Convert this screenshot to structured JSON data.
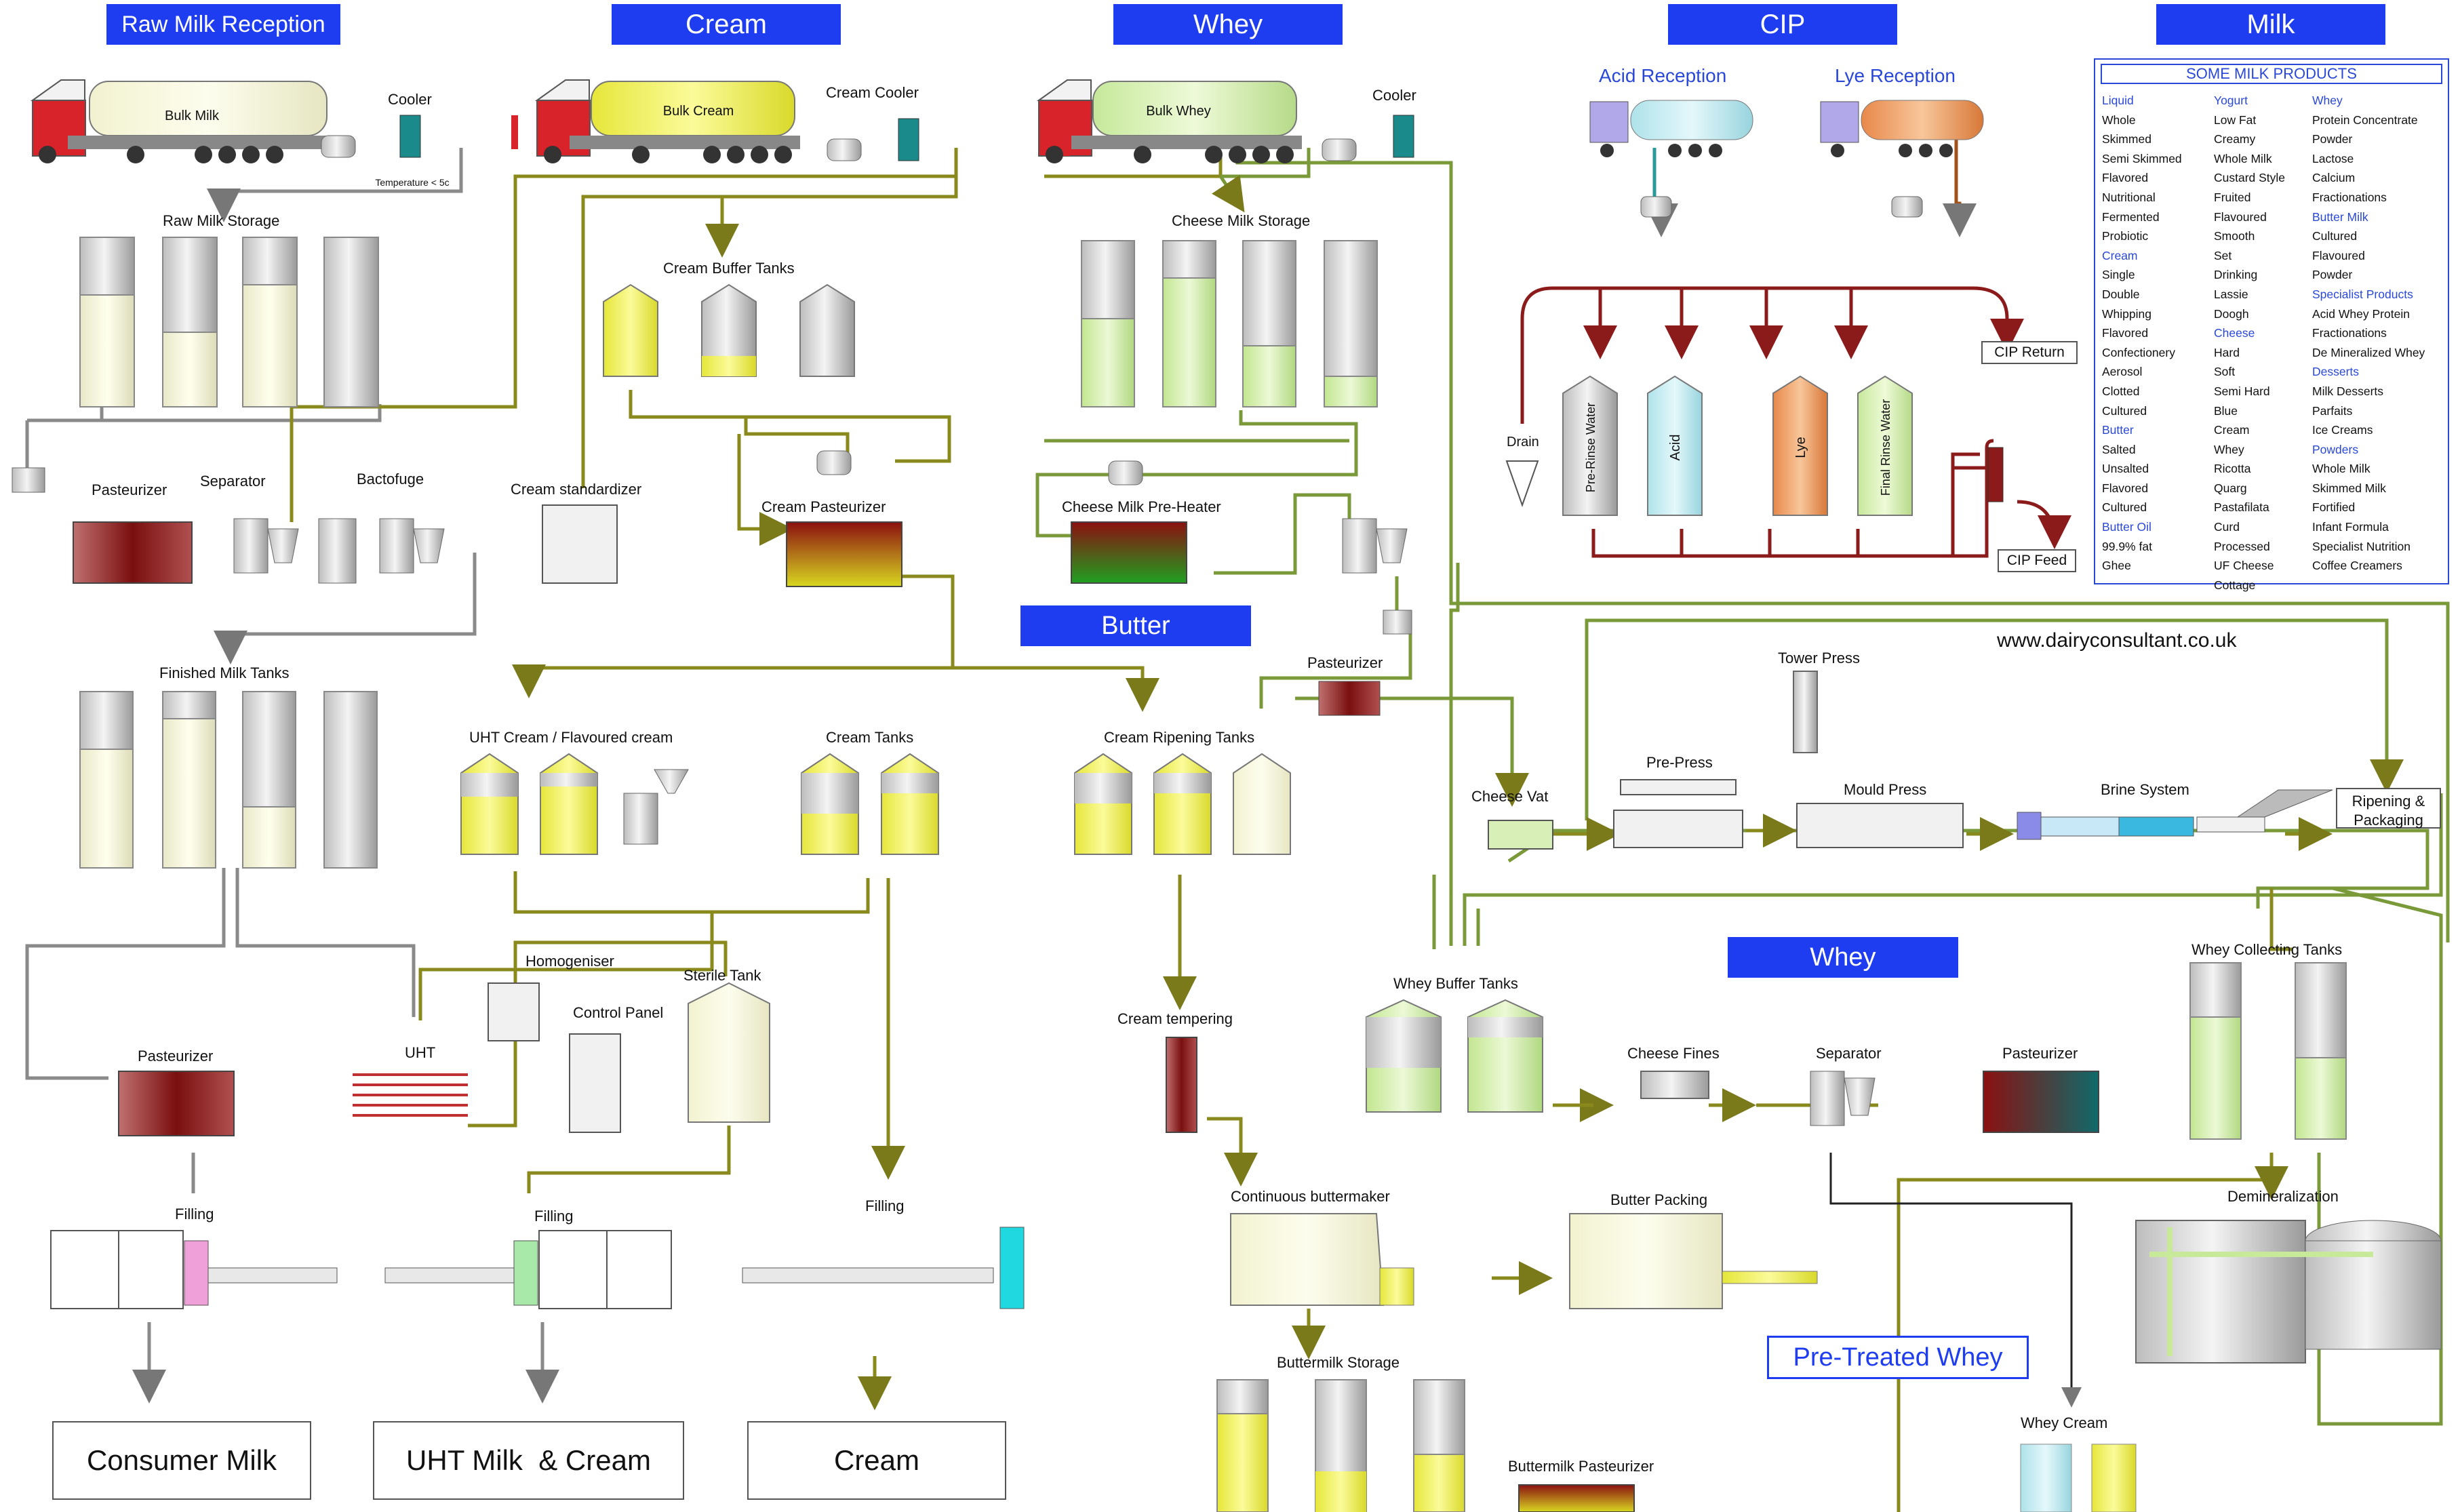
{
  "headers": {
    "raw_milk_reception": "Raw Milk Reception",
    "cream": "Cream",
    "whey": "Whey",
    "cip": "CIP",
    "milk": "Milk",
    "butter": "Butter",
    "whey2": "Whey",
    "pretreated_whey": "Pre-Treated Whey"
  },
  "website": "www.dairyconsultant.co.uk",
  "trucks": {
    "bulk_milk": "Bulk Milk",
    "bulk_cream": "Bulk Cream",
    "bulk_whey": "Bulk Whey"
  },
  "labels": {
    "cooler1": "Cooler",
    "temperature": "Temperature < 5c",
    "cream_cooler": "Cream Cooler",
    "cooler2": "Cooler",
    "acid_reception": "Acid Reception",
    "lye_reception": "Lye Reception",
    "raw_milk_storage": "Raw Milk Storage",
    "cream_buffer_tanks": "Cream Buffer Tanks",
    "cheese_milk_storage": "Cheese Milk Storage",
    "pasteurizer1": "Pasteurizer",
    "separator1": "Separator",
    "bactofuge": "Bactofuge",
    "cream_standardizer": "Cream standardizer",
    "cream_pasteurizer": "Cream Pasteurizer",
    "cheese_milk_preheater": "Cheese Milk Pre-Heater",
    "finished_milk_tanks": "Finished Milk Tanks",
    "uht_cream": "UHT Cream / Flavoured cream",
    "cream_tanks": "Cream Tanks",
    "cream_ripening_tanks": "Cream Ripening Tanks",
    "pasteurizer_cheese": "Pasteurizer",
    "tower_press": "Tower Press",
    "pre_press": "Pre-Press",
    "cheese_vat": "Cheese Vat",
    "mould_press": "Mould Press",
    "brine_system": "Brine System",
    "ripening_packaging": "Ripening & Packaging",
    "homogeniser": "Homogeniser",
    "sterile_tank": "Sterile Tank",
    "control_panel": "Control Panel",
    "pasteurizer2": "Pasteurizer",
    "uht": "UHT",
    "cream_tempering": "Cream tempering",
    "whey_buffer_tanks": "Whey Buffer Tanks",
    "cheese_fines": "Cheese Fines",
    "separator2": "Separator",
    "pasteurizer3": "Pasteurizer",
    "whey_collecting_tanks": "Whey Collecting Tanks",
    "filling1": "Filling",
    "filling2": "Filling",
    "filling3": "Filling",
    "continuous_buttermaker": "Continuous buttermaker",
    "butter_packing": "Butter Packing",
    "demineralization": "Demineralization",
    "buttermilk_storage": "Buttermilk Storage",
    "buttermilk_pasteurizer": "Buttermilk Pasteurizer",
    "whey_cream": "Whey Cream",
    "drain": "Drain",
    "cip_return": "CIP Return",
    "cip_feed": "CIP Feed",
    "tank_prerinse": "Pre-Rinse Water",
    "tank_acid": "Acid",
    "tank_lye": "Lye",
    "tank_finalrinse": "Final Rinse Water"
  },
  "outputs": {
    "consumer_milk": "Consumer Milk",
    "uht_milk_cream": "UHT Milk  & Cream",
    "cream_out": "Cream"
  },
  "products": {
    "title": "SOME MILK PRODUCTS",
    "col1": [
      {
        "t": "Liquid",
        "h": true
      },
      {
        "t": "Whole"
      },
      {
        "t": "Skimmed"
      },
      {
        "t": "Semi Skimmed"
      },
      {
        "t": "Flavored"
      },
      {
        "t": "Nutritional"
      },
      {
        "t": "Fermented"
      },
      {
        "t": "Probiotic"
      },
      {
        "t": "Cream",
        "h": true
      },
      {
        "t": "Single"
      },
      {
        "t": "Double"
      },
      {
        "t": "Whipping"
      },
      {
        "t": "Flavored"
      },
      {
        "t": "Confectionery"
      },
      {
        "t": "Aerosol"
      },
      {
        "t": "Clotted"
      },
      {
        "t": "Cultured"
      },
      {
        "t": "Butter",
        "h": true
      },
      {
        "t": "Salted"
      },
      {
        "t": "Unsalted"
      },
      {
        "t": "Flavored"
      },
      {
        "t": "Cultured"
      },
      {
        "t": "Butter Oil",
        "h": true
      },
      {
        "t": "99.9% fat"
      },
      {
        "t": "Ghee"
      }
    ],
    "col2": [
      {
        "t": "Yogurt",
        "h": true
      },
      {
        "t": "Low Fat"
      },
      {
        "t": "Creamy"
      },
      {
        "t": "Whole Milk"
      },
      {
        "t": "Custard Style"
      },
      {
        "t": "Fruited"
      },
      {
        "t": "Flavoured"
      },
      {
        "t": "Smooth"
      },
      {
        "t": "Set"
      },
      {
        "t": "Drinking"
      },
      {
        "t": "Lassie"
      },
      {
        "t": "Doogh"
      },
      {
        "t": "Cheese",
        "h": true
      },
      {
        "t": "Hard"
      },
      {
        "t": "Soft"
      },
      {
        "t": "Semi Hard"
      },
      {
        "t": "Blue"
      },
      {
        "t": "Cream"
      },
      {
        "t": "Whey"
      },
      {
        "t": "Ricotta"
      },
      {
        "t": "Quarg"
      },
      {
        "t": "Pastafilata"
      },
      {
        "t": "Curd"
      },
      {
        "t": "Processed"
      },
      {
        "t": "UF Cheese"
      },
      {
        "t": "Cottage"
      }
    ],
    "col3": [
      {
        "t": "Whey",
        "h": true
      },
      {
        "t": "Protein Concentrate"
      },
      {
        "t": "Powder"
      },
      {
        "t": "Lactose"
      },
      {
        "t": "Calcium"
      },
      {
        "t": "Fractionations"
      },
      {
        "t": "Butter Milk",
        "h": true
      },
      {
        "t": "Cultured"
      },
      {
        "t": "Flavoured"
      },
      {
        "t": "Powder"
      },
      {
        "t": "Specialist Products",
        "h": true
      },
      {
        "t": "Acid Whey Protein"
      },
      {
        "t": "Fractionations"
      },
      {
        "t": "De Mineralized Whey"
      },
      {
        "t": "Desserts",
        "h": true
      },
      {
        "t": "Milk Desserts"
      },
      {
        "t": "Parfaits"
      },
      {
        "t": "Ice Creams"
      },
      {
        "t": "Powders",
        "h": true
      },
      {
        "t": "Whole Milk"
      },
      {
        "t": "Skimmed Milk"
      },
      {
        "t": "Fortified"
      },
      {
        "t": "Infant Formula"
      },
      {
        "t": "Specialist Nutrition"
      },
      {
        "t": "Coffee Creamers"
      }
    ]
  },
  "colors": {
    "header_blue": "#1f3df0",
    "pipe_olive": "#8a8a1c",
    "pipe_gray": "#8a8a8a",
    "pipe_green": "#7a9a3a",
    "cip_red": "#8b1a1a",
    "acid_teal": "#2a9a9a",
    "lye_brown": "#a0521a"
  }
}
